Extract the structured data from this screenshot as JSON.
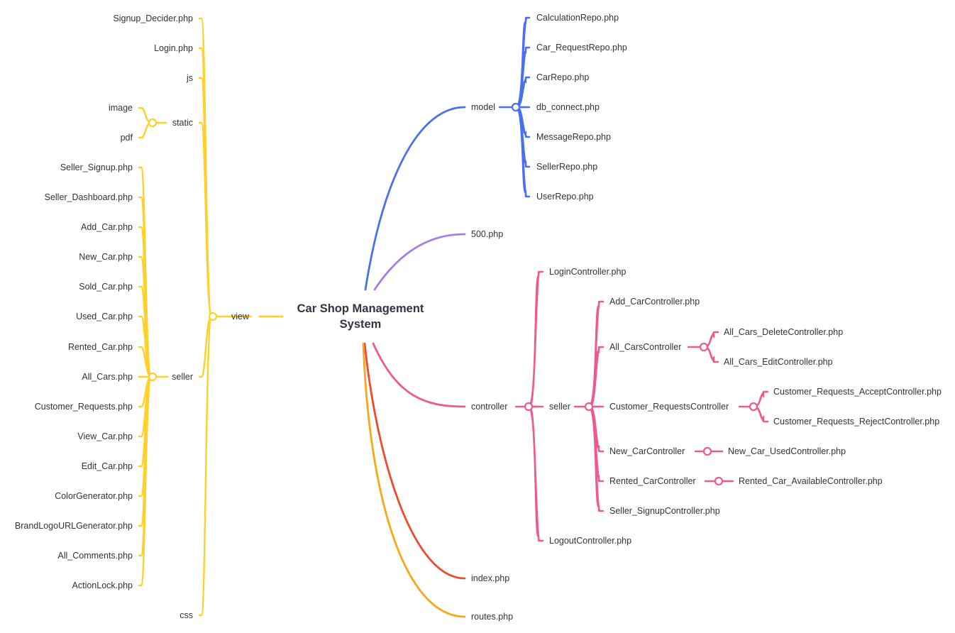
{
  "root": {
    "line1": "Car Shop Management",
    "line2": "System"
  },
  "colors": {
    "view": "#FDD12A",
    "model": "#4A6FF0",
    "p500": "#A77BE8",
    "controller": "#EE5A8F",
    "index": "#F04A2A",
    "routes": "#FBA61A"
  },
  "view": {
    "label": "view",
    "children": {
      "signup_decider": "Signup_Decider.php",
      "login": "Login.php",
      "js": "js",
      "static": {
        "label": "static",
        "image": "image",
        "pdf": "pdf"
      },
      "seller": {
        "label": "seller",
        "items": [
          "Seller_Signup.php",
          "Seller_Dashboard.php",
          "Add_Car.php",
          "New_Car.php",
          "Sold_Car.php",
          "Used_Car.php",
          "Rented_Car.php",
          "All_Cars.php",
          "Customer_Requests.php",
          "View_Car.php",
          "Edit_Car.php",
          "ColorGenerator.php",
          "BrandLogoURLGenerator.php",
          "All_Comments.php",
          "ActionLock.php"
        ]
      },
      "css": "css"
    }
  },
  "model": {
    "label": "model",
    "items": [
      "CalculationRepo.php",
      "Car_RequestRepo.php",
      "CarRepo.php",
      "db_connect.php",
      "MessageRepo.php",
      "SellerRepo.php",
      "UserRepo.php"
    ]
  },
  "p500": {
    "label": "500.php"
  },
  "controller": {
    "label": "controller",
    "login": "LoginController.php",
    "logout": "LogoutController.php",
    "seller": {
      "label": "seller",
      "add_car": "Add_CarController.php",
      "all_cars": {
        "label": "All_CarsController",
        "delete": "All_Cars_DeleteController.php",
        "edit": "All_Cars_EditController.php"
      },
      "customer_requests": {
        "label": "Customer_RequestsController",
        "accept": "Customer_Requests_AcceptController.php",
        "reject": "Customer_Requests_RejectController.php"
      },
      "new_car": {
        "label": "New_CarController",
        "used": "New_Car_UsedController.php"
      },
      "rented_car": {
        "label": "Rented_CarController",
        "available": "Rented_Car_AvailableController.php"
      },
      "seller_signup": "Seller_SignupController.php"
    }
  },
  "index": {
    "label": "index.php"
  },
  "routes": {
    "label": "routes.php"
  }
}
